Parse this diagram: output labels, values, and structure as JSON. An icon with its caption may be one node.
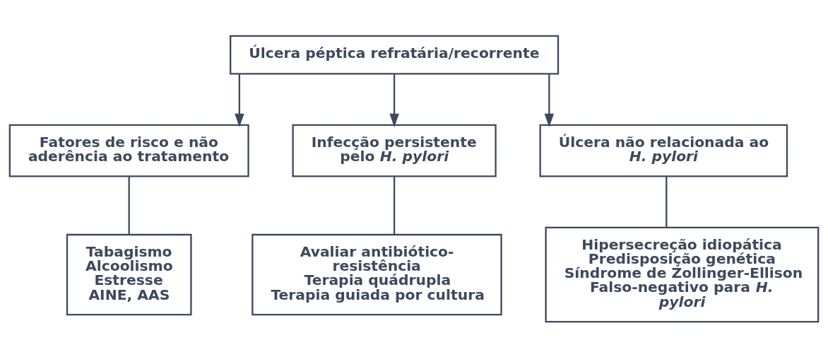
{
  "diagram": {
    "nodes": [
      {
        "text": [
          "Úlcera péptica refratária/recorrente"
        ]
      },
      {
        "text": [
          "Fatores de risco e não aderência ao tratamento"
        ]
      },
      {
        "text": [
          "Infecção persistente pelo *H. pylori*"
        ]
      },
      {
        "text": [
          "Úlcera não relacionada ao *H. pylori*"
        ]
      },
      {
        "text": [
          "Tabagismo",
          "Alcoolismo",
          "Estresse",
          "AINE, AAS"
        ]
      },
      {
        "text": [
          "Avaliar antibiótico-resistência",
          "Terapia quádrupla",
          "Terapia guiada por cultura"
        ]
      },
      {
        "text": [
          "Hipersecreção idiopática",
          "Predisposição genética",
          "Síndrome de Zollinger-Ellison",
          "Falso-negativo para *H. pylori*"
        ]
      }
    ],
    "edges": [
      {
        "from": 0,
        "to": 1,
        "arrow": "to"
      },
      {
        "from": 0,
        "to": 2,
        "arrow": "to"
      },
      {
        "from": 0,
        "to": 3,
        "arrow": "to"
      },
      {
        "from": 1,
        "to": 4,
        "arrow": "none"
      },
      {
        "from": 2,
        "to": 5,
        "arrow": "none"
      },
      {
        "from": 3,
        "to": 6,
        "arrow": "none"
      }
    ]
  }
}
